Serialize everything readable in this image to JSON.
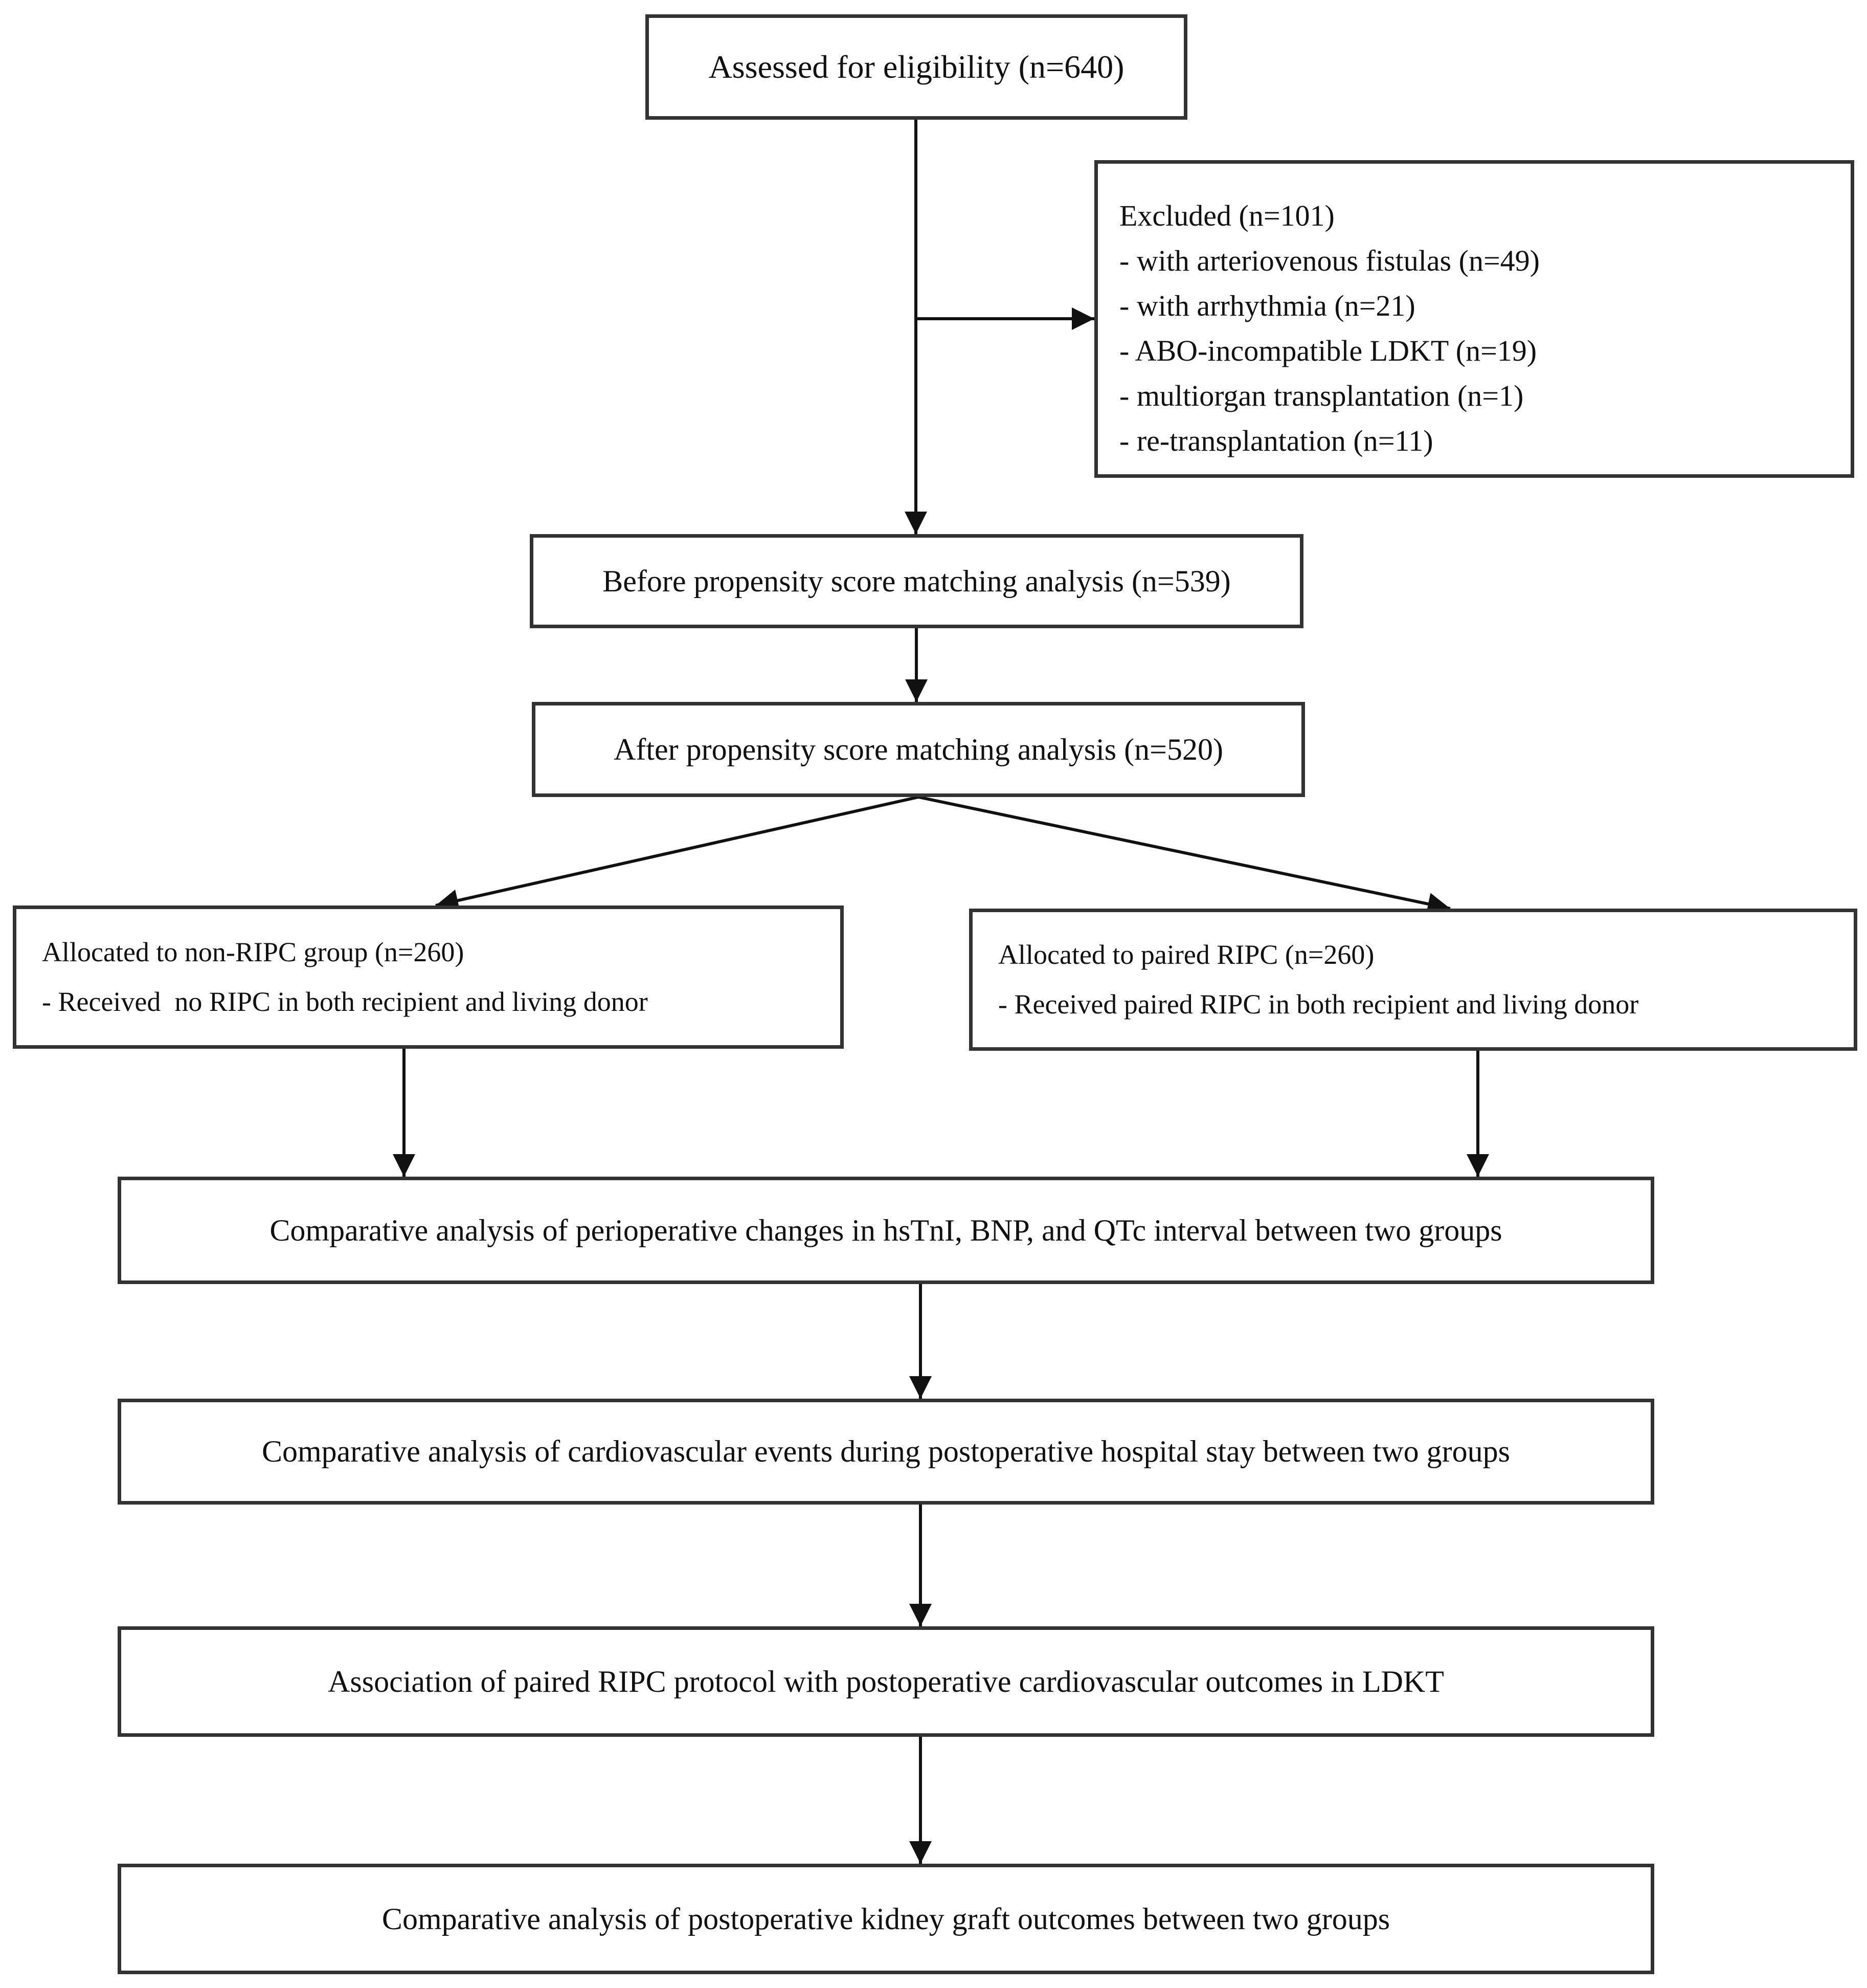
{
  "flowchart": {
    "eligibility": {
      "label": "Assessed for eligibility (n=640)"
    },
    "excluded": {
      "title": "Excluded (n=101)",
      "reasons": [
        "- with arteriovenous fistulas (n=49)",
        "- with arrhythmia (n=21)",
        "- ABO-incompatible LDKT (n=19)",
        "- multiorgan transplantation (n=1)",
        "- re-transplantation (n=11)"
      ]
    },
    "before_matching": {
      "label": "Before propensity score matching analysis (n=539)"
    },
    "after_matching": {
      "label": "After propensity score matching analysis (n=520)"
    },
    "non_ripc_group": {
      "title": "Allocated to non-RIPC group (n=260)",
      "detail": "- Received  no RIPC in both recipient and living donor"
    },
    "paired_ripc_group": {
      "title": "Allocated to paired RIPC (n=260)",
      "detail": "- Received paired RIPC in both recipient and living donor"
    },
    "analysis_steps": [
      {
        "label": "Comparative analysis of perioperative changes in hsTnI, BNP, and QTc interval between two groups"
      },
      {
        "label": "Comparative analysis of cardiovascular events during postoperative hospital stay between two groups"
      },
      {
        "label": "Association of paired RIPC protocol with postoperative cardiovascular outcomes in LDKT"
      },
      {
        "label": "Comparative analysis of postoperative kidney graft outcomes between two groups"
      }
    ],
    "colors": {
      "box_border": "#333333",
      "arrow": "#111111",
      "text": "#111111",
      "background": "#ffffff"
    }
  }
}
